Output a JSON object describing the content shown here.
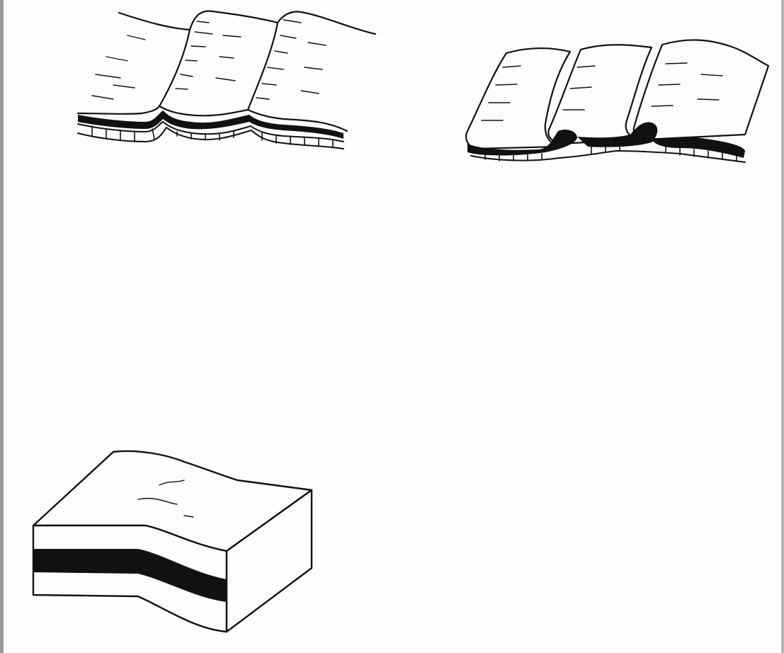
{
  "figure": {
    "panels": [
      {
        "id": "a",
        "subject": "gentle-fold-sequence-block"
      },
      {
        "id": "b",
        "subject": "tight-overturned-fold-block"
      },
      {
        "id": "c",
        "subject": "monocline-block"
      }
    ],
    "colors": {
      "ink": "#111111",
      "paper": "#fdfdfc",
      "frame": "#9a9a9a"
    }
  }
}
